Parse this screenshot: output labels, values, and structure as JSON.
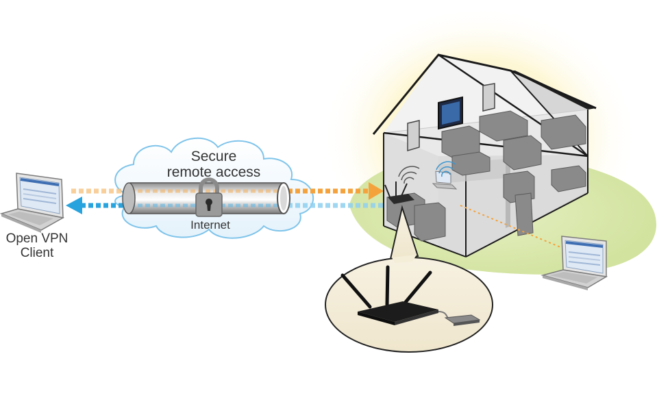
{
  "labels": {
    "secure_line1": "Secure",
    "secure_line2": "remote access",
    "internet": "Internet",
    "client_line1": "Open VPN",
    "client_line2": "Client"
  },
  "colors": {
    "outgoing_arrow": "#f4a23c",
    "incoming_arrow": "#29a3dd",
    "cloud_edge": "#7fc4ea",
    "lawn": "#d7e7a9",
    "glow": "#fdf2b5",
    "house_outline": "#1a1a1a",
    "furniture": "#8a8a8a"
  },
  "icons": [
    "laptop-icon",
    "cloud-icon",
    "tunnel-pipe-icon",
    "padlock-icon",
    "house-icon",
    "router-icon",
    "wifi-icon",
    "laptop-icon"
  ]
}
